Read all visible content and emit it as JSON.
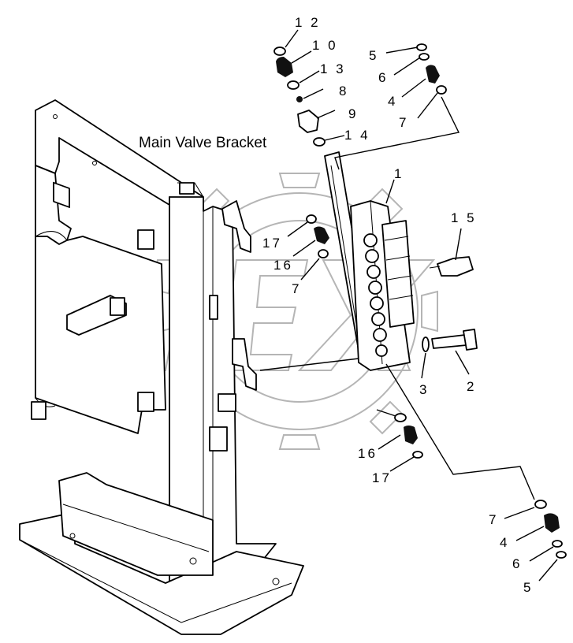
{
  "title": "Main Valve Bracket",
  "callouts": {
    "c12": "1 2",
    "c10": "1 0",
    "c13": "1 3",
    "c8": "8",
    "c9": "9",
    "c14": "1 4",
    "c5a": "5",
    "c6a": "6",
    "c4a": "4",
    "c7a": "7",
    "c1": "1",
    "c15": "1 5",
    "c17a": "17",
    "c16a": "16",
    "c7b": "7",
    "c3": "3",
    "c2": "2",
    "c16b": "16",
    "c17b": "17",
    "c7c": "7",
    "c4b": "4",
    "c6b": "6",
    "c5b": "5"
  },
  "watermark": "OPEX",
  "colors": {
    "ink": "#000000",
    "watermark": "#b5b5b5",
    "background": "#ffffff"
  }
}
